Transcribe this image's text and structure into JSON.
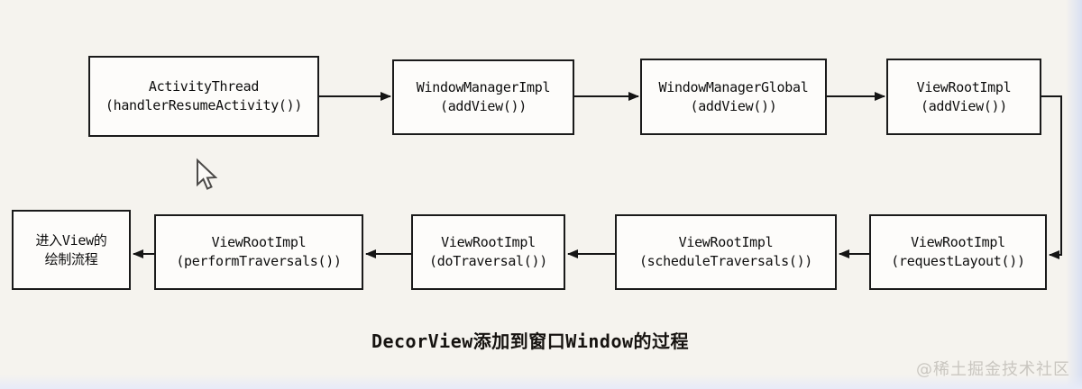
{
  "diagram": {
    "caption": "DecorView添加到窗口Window的过程",
    "watermark": "@稀土掘金技术社区",
    "nodes": [
      {
        "id": "activity-thread",
        "line1": "ActivityThread",
        "line2": "(handlerResumeActivity())"
      },
      {
        "id": "window-manager-impl",
        "line1": "WindowManagerImpl",
        "line2": "(addView())"
      },
      {
        "id": "window-manager-global",
        "line1": "WindowManagerGlobal",
        "line2": "(addView())"
      },
      {
        "id": "view-root-impl-add-view",
        "line1": "ViewRootImpl",
        "line2": "(addView())"
      },
      {
        "id": "view-root-impl-request-layout",
        "line1": "ViewRootImpl",
        "line2": "(requestLayout())"
      },
      {
        "id": "view-root-impl-schedule-traversals",
        "line1": "ViewRootImpl",
        "line2": "(scheduleTraversals())"
      },
      {
        "id": "view-root-impl-do-traversal",
        "line1": "ViewRootImpl",
        "line2": "(doTraversal())"
      },
      {
        "id": "view-root-impl-perform-traversals",
        "line1": "ViewRootImpl",
        "line2": "(performTraversals())"
      },
      {
        "id": "enter-view-drawing",
        "line1": "进入View的",
        "line2": "绘制流程"
      }
    ],
    "edges": [
      {
        "from": "activity-thread",
        "to": "window-manager-impl"
      },
      {
        "from": "window-manager-impl",
        "to": "window-manager-global"
      },
      {
        "from": "window-manager-global",
        "to": "view-root-impl-add-view"
      },
      {
        "from": "view-root-impl-add-view",
        "to": "view-root-impl-request-layout"
      },
      {
        "from": "view-root-impl-request-layout",
        "to": "view-root-impl-schedule-traversals"
      },
      {
        "from": "view-root-impl-schedule-traversals",
        "to": "view-root-impl-do-traversal"
      },
      {
        "from": "view-root-impl-do-traversal",
        "to": "view-root-impl-perform-traversals"
      },
      {
        "from": "view-root-impl-perform-traversals",
        "to": "enter-view-drawing"
      }
    ],
    "colors": {
      "background": "#f5f3ee",
      "box_fill": "#fdfcfa",
      "box_border": "#1a1a1a",
      "text": "#0d0d0d",
      "connector": "#151515",
      "watermark": "#c9c6c0",
      "edge_tint": "#d9e0f2"
    }
  }
}
